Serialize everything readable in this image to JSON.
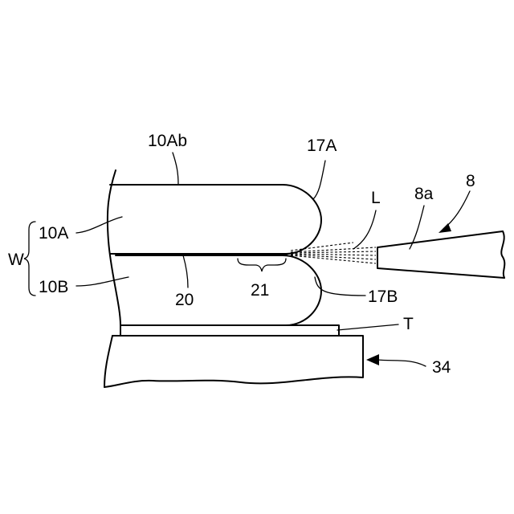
{
  "labels": {
    "wafer_group": "W",
    "upper_wafer": "10A",
    "upper_wafer_back": "10Ab",
    "lower_wafer": "10B",
    "bond_interface": "20",
    "unbonded_region": "21",
    "upper_edge": "17A",
    "lower_edge": "17B",
    "laser": "L",
    "head_tip": "8a",
    "laser_head": "8",
    "tape": "T",
    "chuck": "34"
  }
}
